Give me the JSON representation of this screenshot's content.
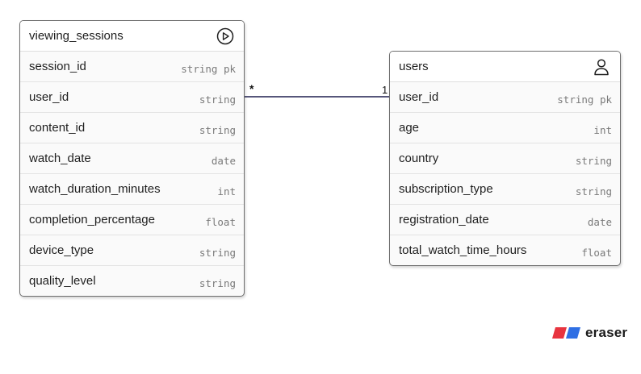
{
  "entities": {
    "viewing_sessions": {
      "title": "viewing_sessions",
      "icon": "play-circle-icon",
      "fields": [
        {
          "name": "session_id",
          "type": "string pk"
        },
        {
          "name": "user_id",
          "type": "string"
        },
        {
          "name": "content_id",
          "type": "string"
        },
        {
          "name": "watch_date",
          "type": "date"
        },
        {
          "name": "watch_duration_minutes",
          "type": "int"
        },
        {
          "name": "completion_percentage",
          "type": "float"
        },
        {
          "name": "device_type",
          "type": "string"
        },
        {
          "name": "quality_level",
          "type": "string"
        }
      ]
    },
    "users": {
      "title": "users",
      "icon": "user-icon",
      "fields": [
        {
          "name": "user_id",
          "type": "string pk"
        },
        {
          "name": "age",
          "type": "int"
        },
        {
          "name": "country",
          "type": "string"
        },
        {
          "name": "subscription_type",
          "type": "string"
        },
        {
          "name": "registration_date",
          "type": "date"
        },
        {
          "name": "total_watch_time_hours",
          "type": "float"
        }
      ]
    }
  },
  "relationship": {
    "from_cardinality": "*",
    "to_cardinality": "1",
    "line_color": "#1e1e4f"
  },
  "brand": {
    "name": "eraser",
    "colors": [
      "#e8343f",
      "#2f6fe4"
    ]
  }
}
